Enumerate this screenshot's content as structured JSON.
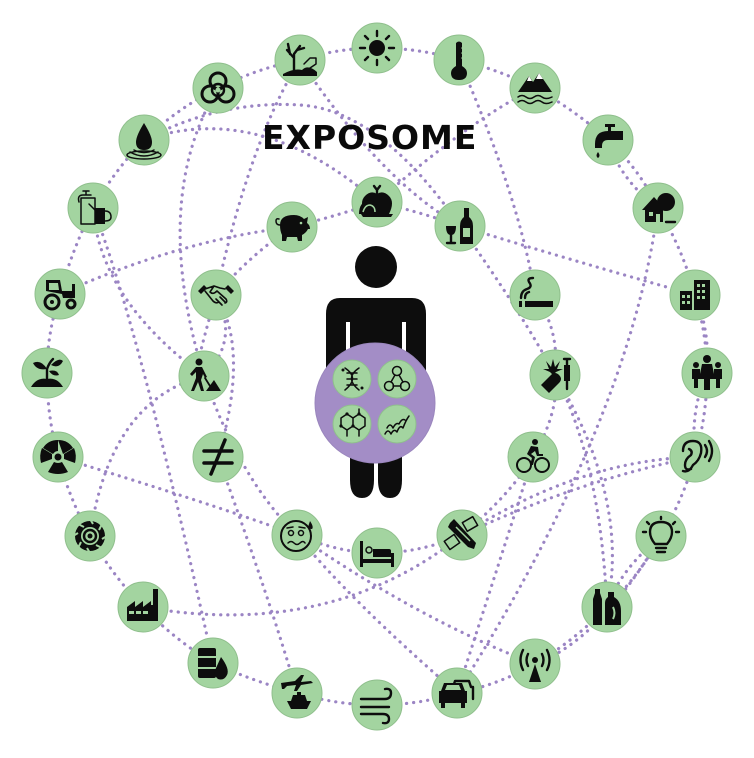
{
  "title": "EXPOSOME",
  "colors": {
    "node_fill": "#a3d4a0",
    "node_stroke": "#8fbf8c",
    "connector": "#9b85c4",
    "center_disc": "#a38dc6",
    "icon": "#0d0d0d",
    "background": "#ffffff"
  },
  "center": {
    "figure": "person-silhouette",
    "omics_icons": [
      "dna-icon",
      "molecule-network-icon",
      "metabolite-structure-icon",
      "protein-helix-icon"
    ]
  },
  "outer_ring": [
    {
      "icon": "sun-icon",
      "label": "Sunlight / UV"
    },
    {
      "icon": "thermometer-icon",
      "label": "Temperature"
    },
    {
      "icon": "mountains-water-icon",
      "label": "Landscape / climate"
    },
    {
      "icon": "water-tap-icon",
      "label": "Drinking water"
    },
    {
      "icon": "house-tree-icon",
      "label": "Housing / green space"
    },
    {
      "icon": "buildings-icon",
      "label": "Urban environment"
    },
    {
      "icon": "family-icon",
      "label": "Family / social"
    },
    {
      "icon": "ear-sound-icon",
      "label": "Noise"
    },
    {
      "icon": "lightbulb-icon",
      "label": "Artificial light"
    },
    {
      "icon": "chemical-bottles-icon",
      "label": "Household chemicals"
    },
    {
      "icon": "radio-antenna-icon",
      "label": "Electromagnetic fields"
    },
    {
      "icon": "cars-icon",
      "label": "Traffic"
    },
    {
      "icon": "wind-icon",
      "label": "Air"
    },
    {
      "icon": "plane-ship-icon",
      "label": "Transport"
    },
    {
      "icon": "oil-barrel-icon",
      "label": "Petroleum"
    },
    {
      "icon": "factory-icon",
      "label": "Industry"
    },
    {
      "icon": "saw-blade-icon",
      "label": "Occupational hazards"
    },
    {
      "icon": "radiation-icon",
      "label": "Radiation"
    },
    {
      "icon": "plant-seedling-icon",
      "label": "Vegetation / pollen"
    },
    {
      "icon": "tractor-icon",
      "label": "Agriculture"
    },
    {
      "icon": "sprayer-watering-can-icon",
      "label": "Pesticides"
    },
    {
      "icon": "water-drop-icon",
      "label": "Water pollution"
    },
    {
      "icon": "biohazard-icon",
      "label": "Biological agents"
    },
    {
      "icon": "dead-tree-pollution-icon",
      "label": "Environmental pollution"
    }
  ],
  "inner_ring": [
    {
      "icon": "food-apple-icon",
      "label": "Diet"
    },
    {
      "icon": "wine-bottle-glass-icon",
      "label": "Alcohol"
    },
    {
      "icon": "cigarette-icon",
      "label": "Smoking"
    },
    {
      "icon": "drugs-syringe-icon",
      "label": "Drugs"
    },
    {
      "icon": "cyclist-icon",
      "label": "Physical activity"
    },
    {
      "icon": "school-tools-icon",
      "label": "Education"
    },
    {
      "icon": "bed-sleep-icon",
      "label": "Sleep"
    },
    {
      "icon": "anxious-face-icon",
      "label": "Stress"
    },
    {
      "icon": "not-equal-icon",
      "label": "Inequality"
    },
    {
      "icon": "worker-icon",
      "label": "Occupation"
    },
    {
      "icon": "handshake-icon",
      "label": "Social relationships"
    },
    {
      "icon": "piggy-bank-icon",
      "label": "Income"
    }
  ]
}
